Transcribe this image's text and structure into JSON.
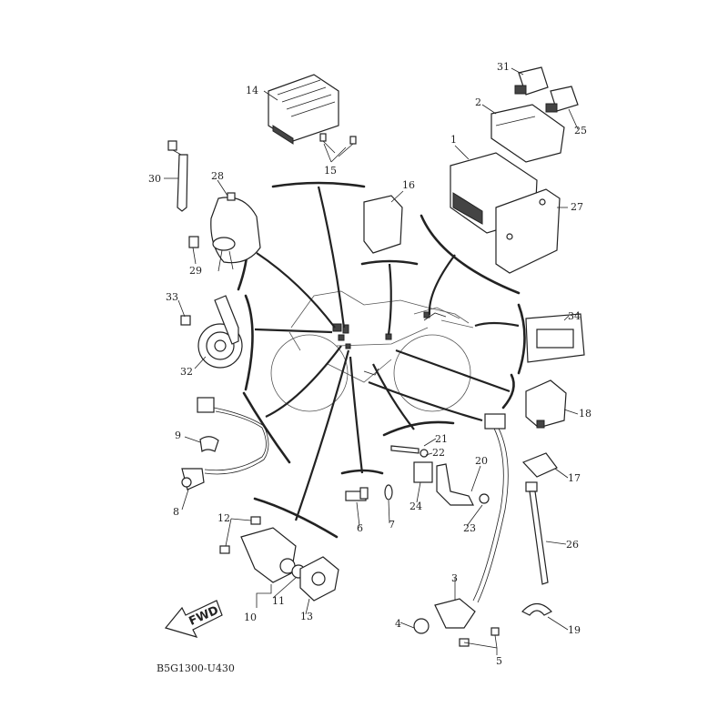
{
  "diagram": {
    "code": "B5G1300-U430",
    "fwd_label": "FWD",
    "callouts": [
      {
        "id": "n1",
        "label": "1"
      },
      {
        "id": "n2",
        "label": "2"
      },
      {
        "id": "n3",
        "label": "3"
      },
      {
        "id": "n4",
        "label": "4"
      },
      {
        "id": "n5",
        "label": "5"
      },
      {
        "id": "n6",
        "label": "6"
      },
      {
        "id": "n7",
        "label": "7"
      },
      {
        "id": "n8",
        "label": "8"
      },
      {
        "id": "n9",
        "label": "9"
      },
      {
        "id": "n10",
        "label": "10"
      },
      {
        "id": "n11",
        "label": "11"
      },
      {
        "id": "n12",
        "label": "12"
      },
      {
        "id": "n13",
        "label": "13"
      },
      {
        "id": "n14",
        "label": "14"
      },
      {
        "id": "n15",
        "label": "15"
      },
      {
        "id": "n16",
        "label": "16"
      },
      {
        "id": "n17",
        "label": "17"
      },
      {
        "id": "n18",
        "label": "18"
      },
      {
        "id": "n19",
        "label": "19"
      },
      {
        "id": "n20",
        "label": "20"
      },
      {
        "id": "n21",
        "label": "21"
      },
      {
        "id": "n22",
        "label": "22"
      },
      {
        "id": "n23",
        "label": "23"
      },
      {
        "id": "n24",
        "label": "24"
      },
      {
        "id": "n25",
        "label": "25"
      },
      {
        "id": "n26",
        "label": "26"
      },
      {
        "id": "n27",
        "label": "27"
      },
      {
        "id": "n28",
        "label": "28"
      },
      {
        "id": "n29",
        "label": "29"
      },
      {
        "id": "n30",
        "label": "30"
      },
      {
        "id": "n31",
        "label": "31"
      },
      {
        "id": "n32",
        "label": "32"
      },
      {
        "id": "n33",
        "label": "33"
      },
      {
        "id": "n34",
        "label": "34"
      }
    ]
  }
}
